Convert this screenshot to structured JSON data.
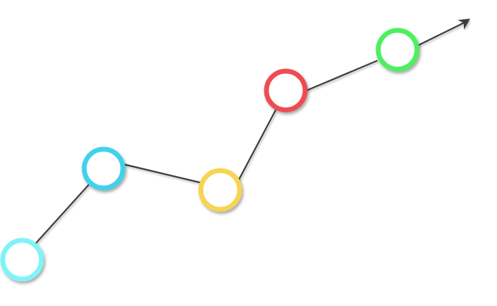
{
  "diagram": {
    "kind": "ascending line of circular nodes ending in an arrow",
    "line_color": "#3a3a3a",
    "nodes": [
      {
        "id": "node-1",
        "color": "#7ef4f8"
      },
      {
        "id": "node-2",
        "color": "#3fd2ec"
      },
      {
        "id": "node-3",
        "color": "#f7d451"
      },
      {
        "id": "node-4",
        "color": "#ef4c52"
      },
      {
        "id": "node-5",
        "color": "#4ef05f"
      }
    ],
    "arrow": {
      "direction": "up-right"
    }
  }
}
